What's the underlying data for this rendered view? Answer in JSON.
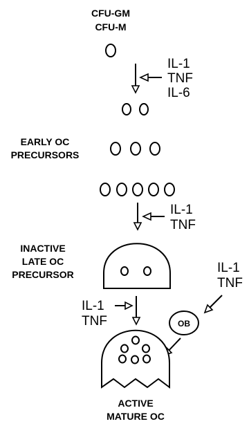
{
  "labels": {
    "stem_line1": "CFU-GM",
    "stem_line2": "CFU-M",
    "early_line1": "EARLY OC",
    "early_line2": "PRECURSORS",
    "inactive_line1": "INACTIVE",
    "inactive_line2": "LATE OC",
    "inactive_line3": "PRECURSOR",
    "active_line1": "ACTIVE",
    "active_line2": "MATURE OC",
    "ob": "OB"
  },
  "cytokines": {
    "first": [
      "IL-1",
      "TNF",
      "IL-6"
    ],
    "second": [
      "IL-1",
      "TNF"
    ],
    "third": [
      "IL-1",
      "TNF"
    ],
    "fourth": [
      "IL-1",
      "TNF"
    ]
  }
}
